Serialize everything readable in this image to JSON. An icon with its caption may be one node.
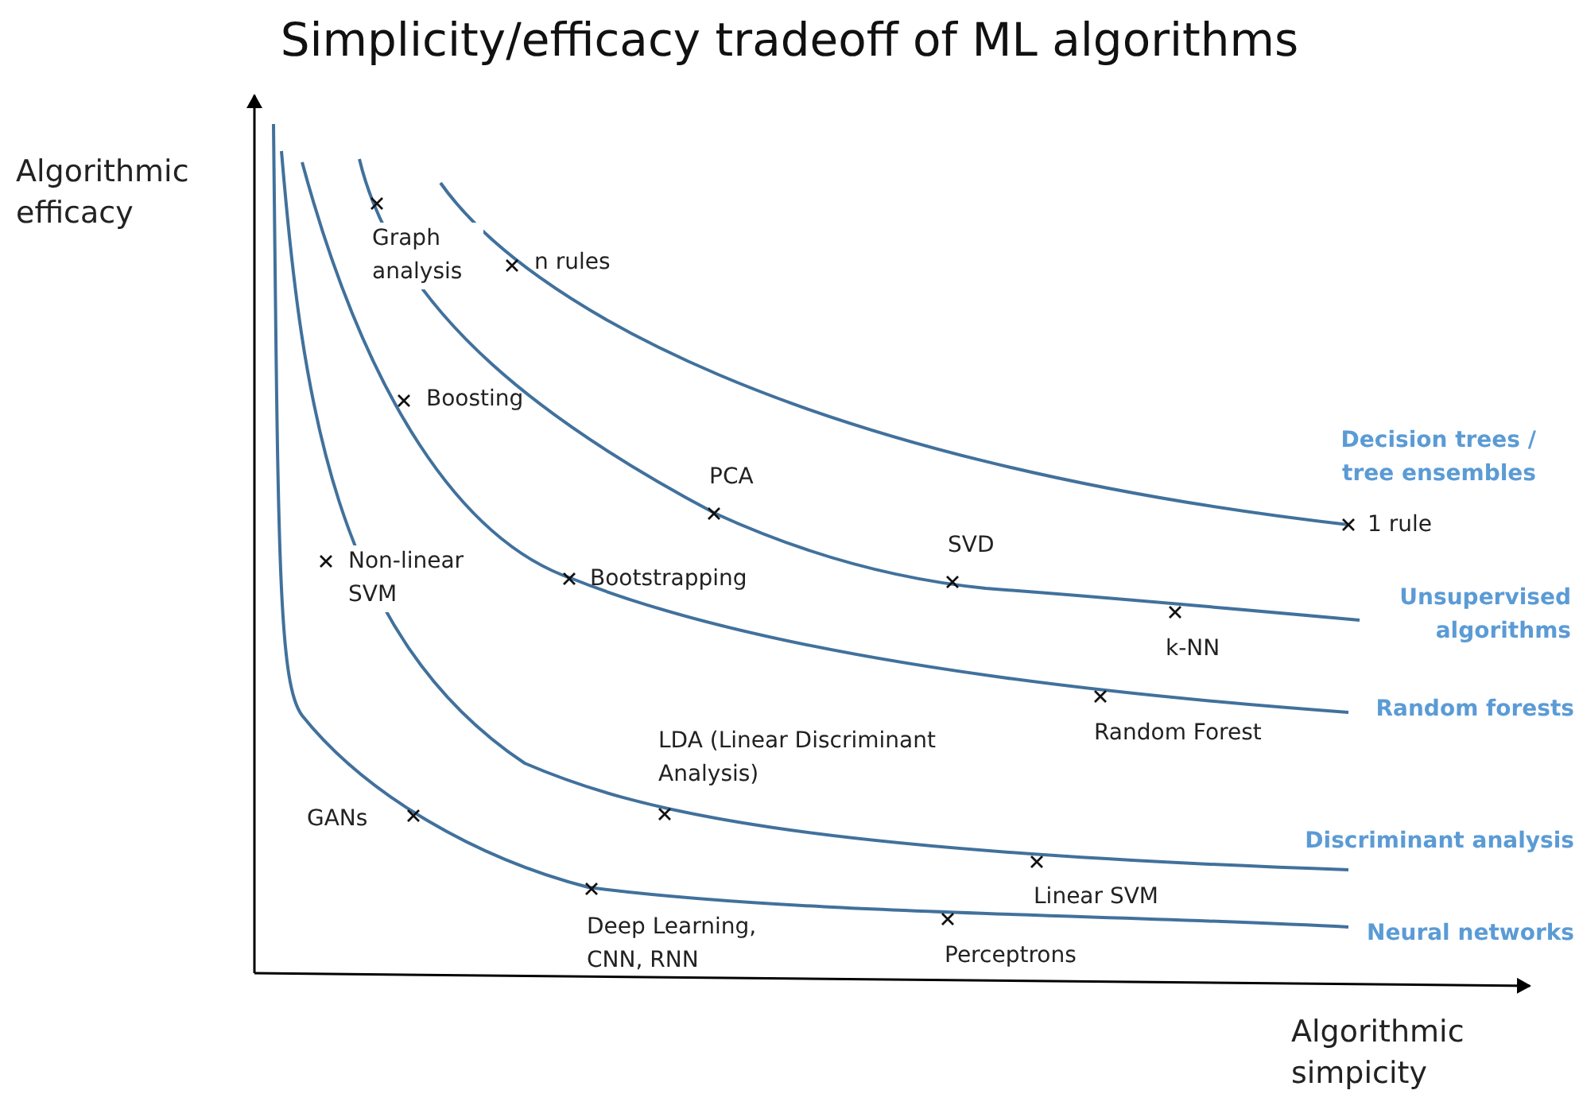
{
  "diagram": {
    "title": "Simplicity/efficacy tradeoff of ML algorithms",
    "labels": [
      "Algorithmic efficacy",
      "Graph analysis",
      "n rules",
      "Boosting",
      "Decision trees / tree ensembles",
      "PCA",
      "1 rule",
      "SVD",
      "Non-linear SVM",
      "Bootstrapping",
      "Unsupervised algorithms",
      "k-NN",
      "Random forests",
      "Random Forest",
      "LDA (Linear Discriminant Analysis)",
      "GANs",
      "Discriminant analysis",
      "Linear SVM",
      "Deep Learning, CNN, RNN",
      "Neural networks",
      "Perceptrons",
      "Algorithmic simpicity"
    ]
  }
}
